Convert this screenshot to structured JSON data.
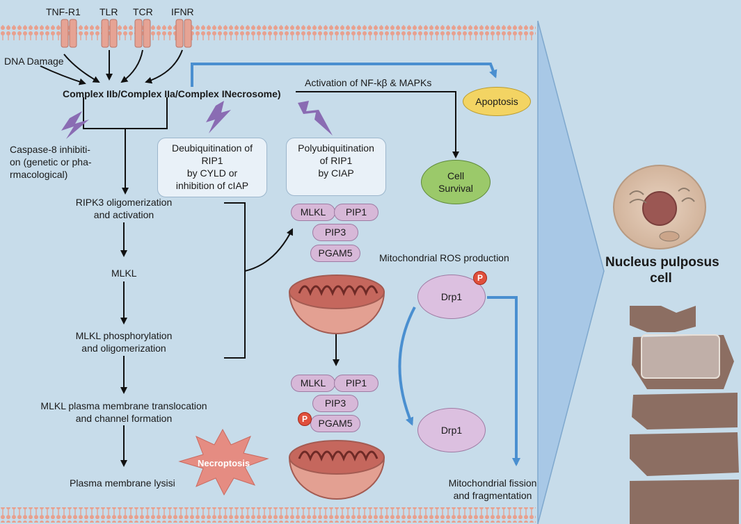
{
  "receptors": {
    "tnfr1": "TNF-R1",
    "tlr": "TLR",
    "tcr": "TCR",
    "ifnr": "IFNR",
    "dna_damage": "DNA Damage"
  },
  "complex_label": "Complex IIb/Complex IIa/Complex INecrosome)",
  "activation_label": "Activation of NF-kβ & MAPKs",
  "apoptosis": "Apoptosis",
  "cell_survival": [
    "Cell",
    "Survival"
  ],
  "caspase": [
    "Caspase-8 inhibiti-",
    "on (genetic or pha-",
    "rmacological)"
  ],
  "deubiq_box": [
    "Deubiquitination of",
    "RIP1",
    "by CYLD or",
    "inhibition of cIAP"
  ],
  "polyubiq_box": [
    "Polyubiquitination",
    "of RIP1",
    "by CIAP"
  ],
  "left_chain": {
    "ripk3": [
      "RIPK3 oligomerization",
      "and activation"
    ],
    "mlkl": "MLKL",
    "mlkl_phos": [
      "MLKL phosphorylation",
      "and oligomerization"
    ],
    "mlkl_translocation": [
      "MLKL plasma membrane translocation",
      "and channel formation"
    ],
    "lysis": "Plasma membrane lysisi"
  },
  "complex_top": {
    "mlkl": "MLKL",
    "pip1": "PIP1",
    "pip3": "PIP3",
    "pgam5": "PGAM5"
  },
  "complex_bottom": {
    "mlkl": "MLKL",
    "pip1": "PIP1",
    "pip3": "PIP3",
    "pgam5": "PGAM5",
    "p": "P"
  },
  "necroptosis": "Necroptosis",
  "mito_ros": "Mitochondrial ROS production",
  "drp1_top": "Drp1",
  "drp1_top_p": "P",
  "drp1_bottom": "Drp1",
  "fission": [
    "Mitochondrial fission",
    "and fragmentation"
  ],
  "cell_label": [
    "Nucleus pulposus",
    "cell"
  ],
  "colors": {
    "background": "#c7dcea",
    "membrane": "#e8a08e",
    "arrow_blue": "#4a8fd0",
    "apoptosis_fill": "#f3d463",
    "survival_fill": "#9bc96a",
    "complex_fill": "#d7b8d8",
    "drp1_fill": "#dcc0e0",
    "p_badge": "#e0503c",
    "lightning": "#8a6cb3",
    "necroptosis_burst": "#e58c82",
    "triangle": "#a8c8e6"
  }
}
